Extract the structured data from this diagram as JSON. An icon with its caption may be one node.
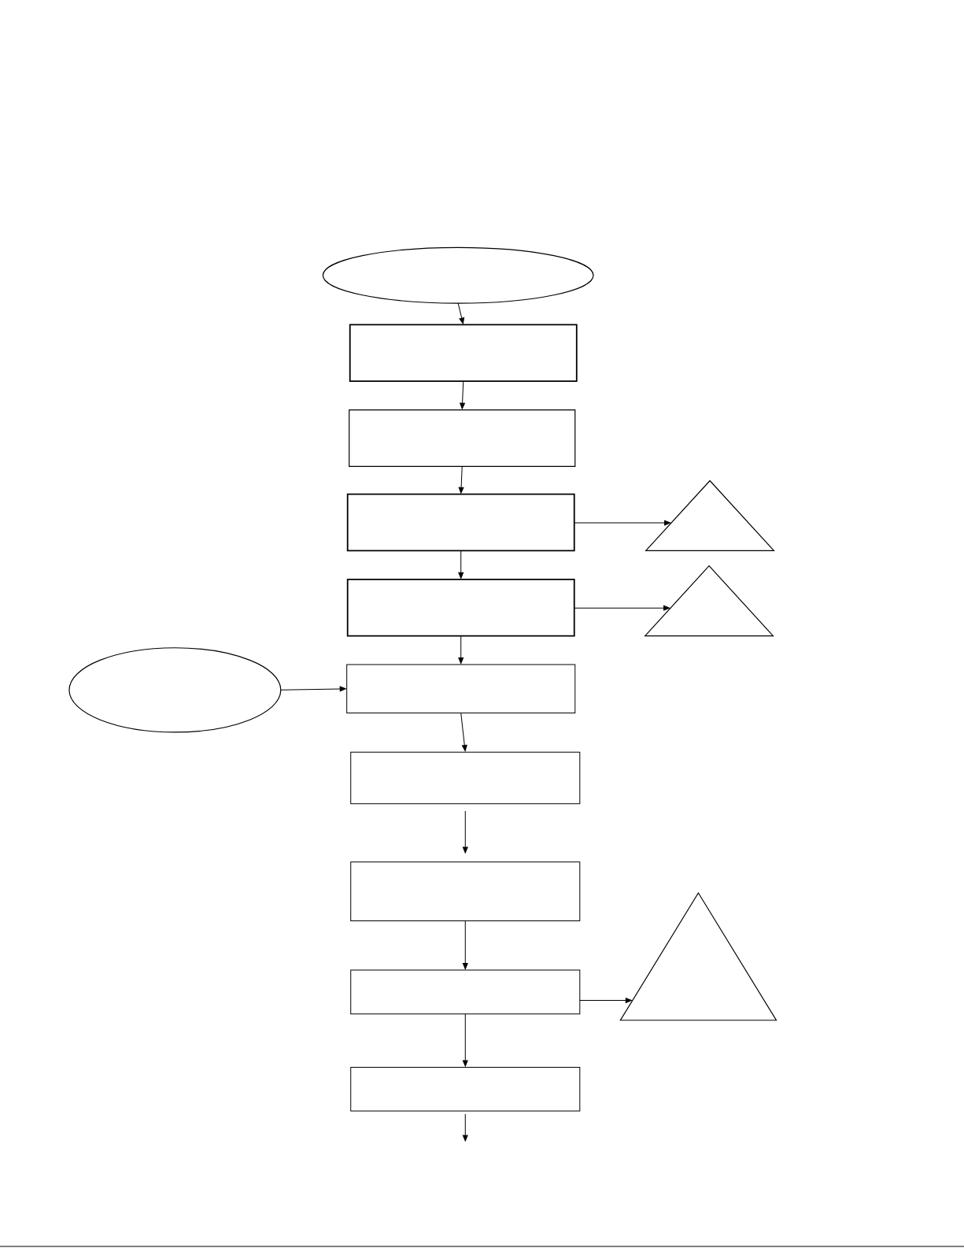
{
  "diagram": {
    "nodes": [
      {
        "text": [],
        "shape": "ellipse"
      },
      {
        "text": [],
        "shape": "box"
      },
      {
        "text": [],
        "shape": "box"
      },
      {
        "text": [],
        "shape": "box"
      },
      {
        "text": [],
        "shape": "box"
      },
      {
        "text": [],
        "shape": "ellipse"
      },
      {
        "text": [],
        "shape": "box"
      },
      {
        "text": [],
        "shape": "box"
      },
      {
        "text": [],
        "shape": "box"
      },
      {
        "text": [],
        "shape": "box"
      },
      {
        "text": [],
        "shape": "box"
      },
      {
        "text": [],
        "shape": "triangle"
      },
      {
        "text": [],
        "shape": "triangle"
      },
      {
        "text": [],
        "shape": "triangle"
      }
    ],
    "edges": [
      {
        "from": 0,
        "to": 1,
        "arrow": "to"
      },
      {
        "from": 1,
        "to": 2,
        "arrow": "to"
      },
      {
        "from": 2,
        "to": 3,
        "arrow": "to"
      },
      {
        "from": 3,
        "to": 11,
        "arrow": "to"
      },
      {
        "from": 3,
        "to": 4,
        "arrow": "to"
      },
      {
        "from": 4,
        "to": 12,
        "arrow": "to"
      },
      {
        "from": 4,
        "to": 6,
        "arrow": "to"
      },
      {
        "from": 5,
        "to": 6,
        "arrow": "to"
      },
      {
        "from": 6,
        "to": 7,
        "arrow": "to"
      },
      {
        "from": 7,
        "to": 8,
        "arrow": "to"
      },
      {
        "from": 8,
        "to": 9,
        "arrow": "to"
      },
      {
        "from": 9,
        "to": 13,
        "arrow": "to"
      },
      {
        "from": 9,
        "to": 10,
        "arrow": "to"
      },
      {
        "from": 10,
        "to": null,
        "arrow": "to"
      }
    ]
  }
}
